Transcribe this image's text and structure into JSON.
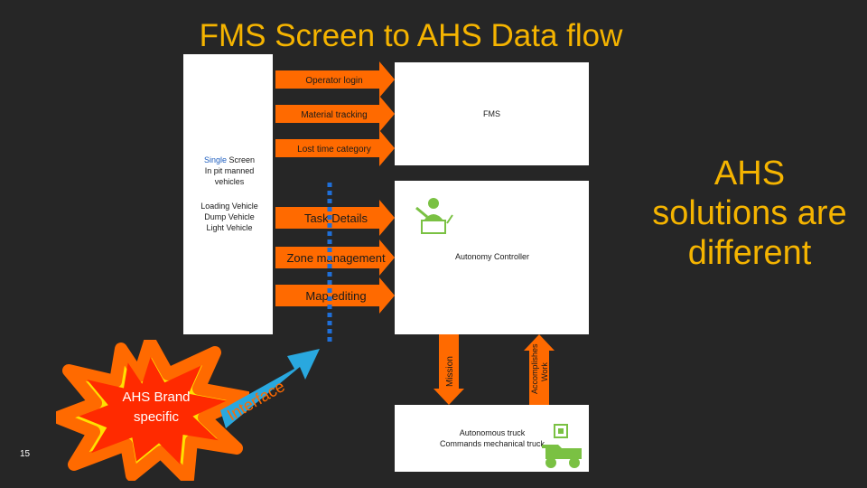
{
  "title": "FMS Screen to AHS  Data flow",
  "left_panel": {
    "single": "Single",
    "screen": " Screen",
    "line2": "In pit manned",
    "line3": "vehicles",
    "vehicles": [
      "Loading Vehicle",
      "Dump Vehicle",
      "Light Vehicle"
    ]
  },
  "arrows": [
    "Operator login",
    "Material tracking",
    "Lost time category",
    "Task Details",
    "Zone management",
    "Map editing"
  ],
  "fms_label": "FMS",
  "autonomy_label": "Autonomy Controller",
  "mission_label": "Mission",
  "accomplishes_label": [
    "Accomplishes",
    "Work"
  ],
  "truck": {
    "line1": "Autonomous truck",
    "line2": "Commands mechanical truck"
  },
  "side_note": [
    "AHS",
    "solutions are",
    "different"
  ],
  "starburst": [
    "AHS Brand",
    "specific"
  ],
  "interface_label": "Interface",
  "slide_number": "15",
  "colors": {
    "accent": "#f5b400",
    "arrow": "#ff6a00",
    "divider": "#1f6fd8",
    "interface_arrow": "#29a8df",
    "icon_green": "#7ac143"
  }
}
